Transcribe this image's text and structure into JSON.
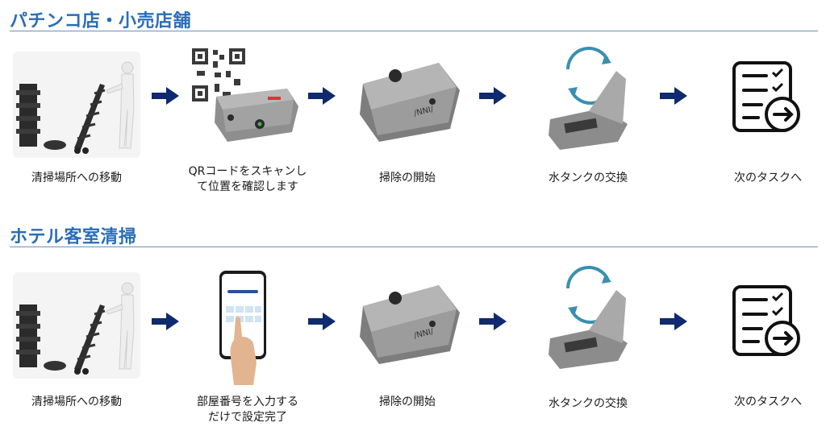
{
  "sections": [
    {
      "title": "パチンコ店・小売店舗",
      "steps": [
        {
          "caption": "清掃場所への移動"
        },
        {
          "caption": "QRコードをスキャンし\nて位置を確認します"
        },
        {
          "caption": "掃除の開始"
        },
        {
          "caption": "水タンクの交換"
        },
        {
          "caption": "次のタスクへ"
        }
      ]
    },
    {
      "title": "ホテル客室清掃",
      "steps": [
        {
          "caption": "清掃場所への移動"
        },
        {
          "caption": "部屋番号を入力する\nだけで設定完了"
        },
        {
          "caption": "掃除の開始"
        },
        {
          "caption": "水タンクの交換"
        },
        {
          "caption": "次のタスクへ"
        }
      ]
    }
  ],
  "colors": {
    "title": "#2a6db8",
    "arrow": "#0f2a6e",
    "teal": "#3a8fb0"
  },
  "icons": [
    "person-cart-icon",
    "qr-code-icon",
    "robot-vacuum-icon",
    "water-tank-swap-icon",
    "task-list-icon",
    "phone-input-icon",
    "arrow-right-icon"
  ]
}
